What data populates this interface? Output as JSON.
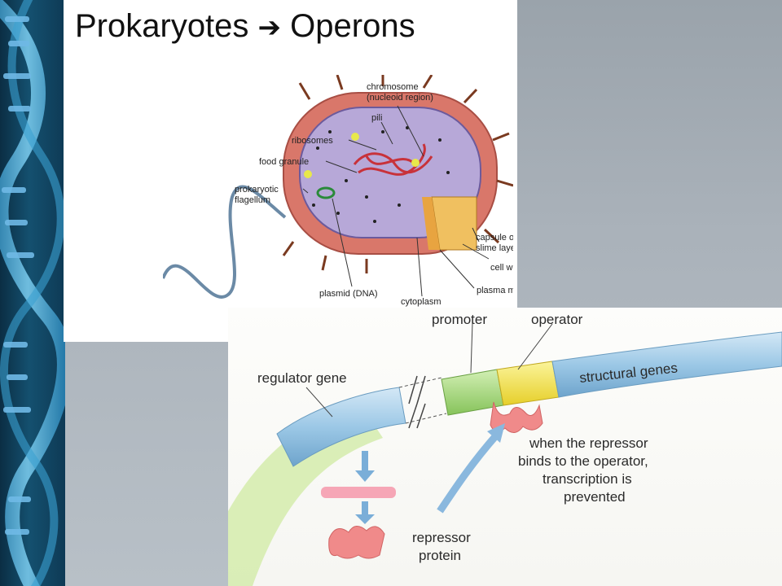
{
  "slide": {
    "title": "Prokaryotes",
    "title_arrow": "➔",
    "title_rest": "Operons"
  },
  "cell_labels": {
    "chromosome": "chromosome",
    "nucleoid": "(nucleoid region)",
    "pili": "pili",
    "ribosomes": "ribosomes",
    "food_granule": "food granule",
    "flagellum_1": "prokaryotic",
    "flagellum_2": "flagellum",
    "capsule_1": "capsule or",
    "capsule_2": "slime layer",
    "cell_wall": "cell wall",
    "plasma_membrane": "plasma membrane",
    "plasmid": "plasmid (DNA)",
    "cytoplasm": "cytoplasm"
  },
  "operon_labels": {
    "promoter": "promoter",
    "operator": "operator",
    "regulator_gene": "regulator gene",
    "structural_genes": "structural genes",
    "caption_1": "when the repressor",
    "caption_2": "binds to the operator,",
    "caption_3": "transcription is",
    "caption_4": "prevented",
    "repressor_1": "repressor",
    "repressor_2": "protein"
  },
  "colors": {
    "cell_wall": "#d9776a",
    "cytoplasm": "#b7a8d8",
    "dna": "#c8323a",
    "regulator": "#9cc8e6",
    "promoter": "#9bd36b",
    "operator": "#f4e64a",
    "repressor": "#f08a8a"
  }
}
